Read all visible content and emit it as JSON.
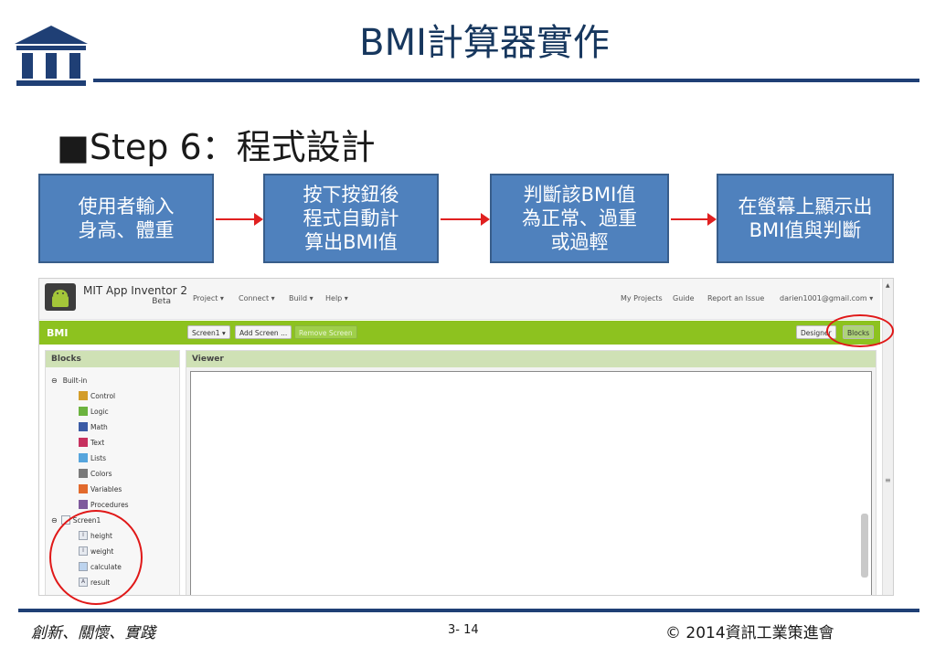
{
  "slide": {
    "title": "BMI計算器實作",
    "step_heading": "■Step 6：程式設計",
    "flow": [
      {
        "lines": [
          "使用者輸入",
          "身高、體重"
        ]
      },
      {
        "lines": [
          "按下按鈕後",
          "程式自動計",
          "算出BMI值"
        ]
      },
      {
        "lines": [
          "判斷該BMI值",
          "為正常、過重",
          "或過輕"
        ]
      },
      {
        "lines": [
          "在螢幕上顯示出",
          "BMI值與判斷"
        ]
      }
    ],
    "footer_left": "創新、關懷、實踐",
    "page_number": "3- 14",
    "copyright": "© 2014資訊工業策進會"
  },
  "app": {
    "name": "MIT App Inventor 2",
    "beta": "Beta",
    "menus": [
      "Project ▾",
      "Connect ▾",
      "Build ▾",
      "Help ▾"
    ],
    "right_links": [
      "My Projects",
      "Guide",
      "Report an Issue",
      "darien1001@gmail.com ▾"
    ],
    "project_name": "BMI",
    "toolbar": {
      "screen_select": "Screen1 ▾",
      "add_screen": "Add Screen ...",
      "remove_screen": "Remove Screen",
      "designer": "Designer",
      "blocks": "Blocks"
    },
    "blocks_panel": {
      "title": "Blocks",
      "builtin_label": "Built-in",
      "builtin": [
        {
          "label": "Control",
          "color": "#d39d2a"
        },
        {
          "label": "Logic",
          "color": "#6cb33f"
        },
        {
          "label": "Math",
          "color": "#3b5ba5"
        },
        {
          "label": "Text",
          "color": "#c7315f"
        },
        {
          "label": "Lists",
          "color": "#56a5dd"
        },
        {
          "label": "Colors",
          "color": "#7a7a7a"
        },
        {
          "label": "Variables",
          "color": "#e26a2c"
        },
        {
          "label": "Procedures",
          "color": "#7e5a9c"
        }
      ],
      "screen_label": "Screen1",
      "components": [
        {
          "label": "height",
          "icon": "textbox-icon"
        },
        {
          "label": "weight",
          "icon": "textbox-icon"
        },
        {
          "label": "calculate",
          "icon": "button-icon"
        },
        {
          "label": "result",
          "icon": "label-icon"
        }
      ]
    },
    "viewer_title": "Viewer"
  },
  "colors": {
    "title_blue": "#17375e",
    "flow_box": "#4f81bd",
    "arrow_red": "#e02020",
    "ai_green": "#8dc21f"
  }
}
